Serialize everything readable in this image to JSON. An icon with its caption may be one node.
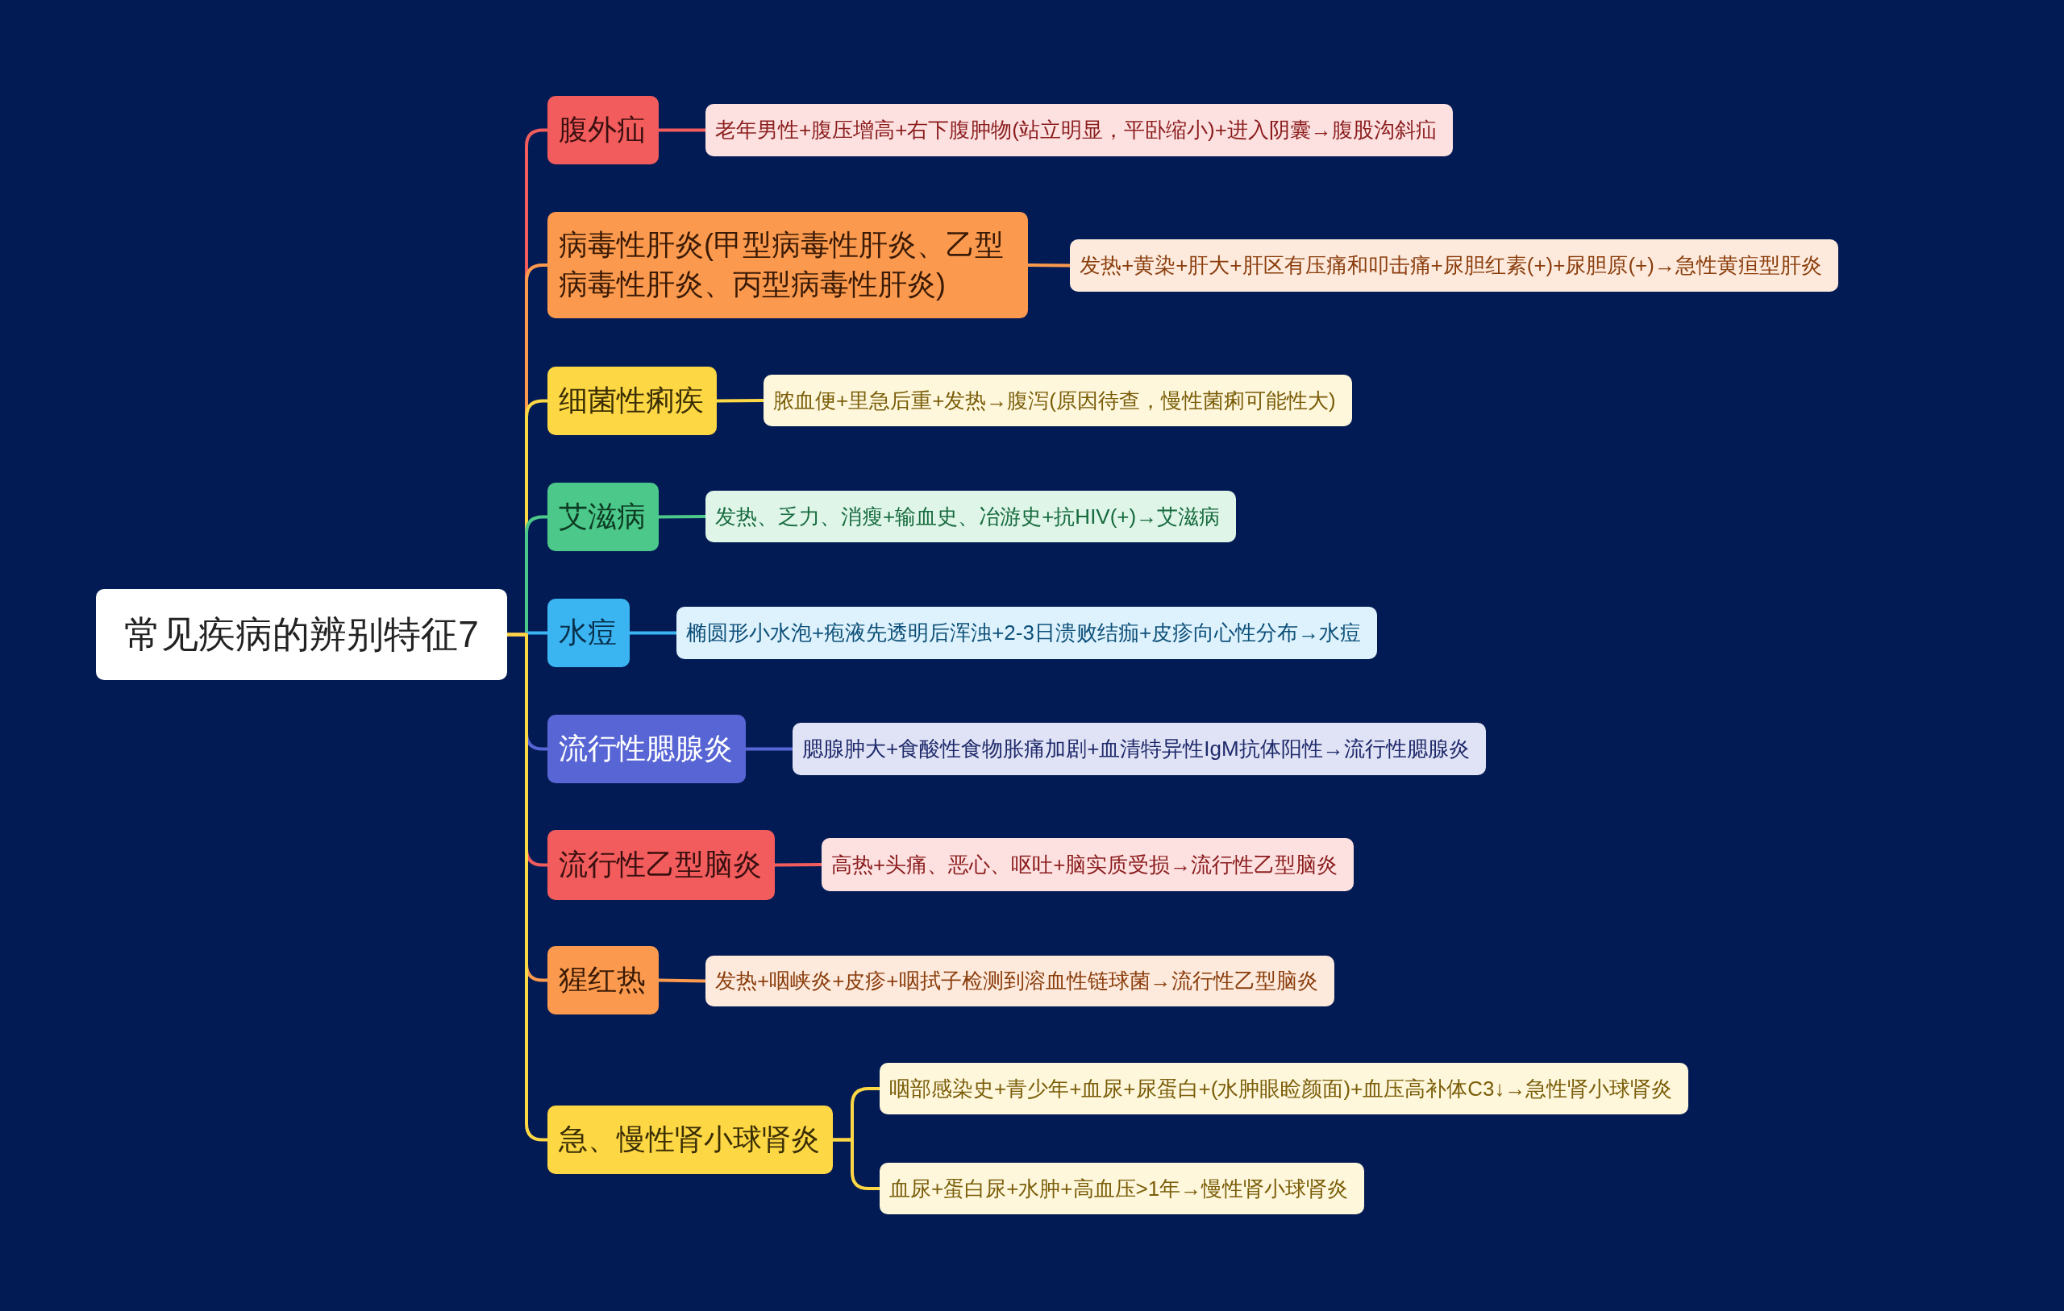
{
  "diagram": {
    "nodes": [
      {
        "text": [
          "常见疾病的辨别特征7"
        ]
      },
      {
        "text": [
          "腹外疝"
        ]
      },
      {
        "text": [
          "老年男性+腹压增高+右下腹肿物(站立明显，平卧缩小)+进入阴囊→腹股沟斜疝"
        ]
      },
      {
        "text": [
          "病毒性肝炎(甲型病毒性肝炎、乙型病毒性肝炎、丙型病毒性肝炎)"
        ]
      },
      {
        "text": [
          "发热+黄染+肝大+肝区有压痛和叩击痛+尿胆红素(+)+尿胆原(+)→急性黄疸型肝炎"
        ]
      },
      {
        "text": [
          "细菌性痢疾"
        ]
      },
      {
        "text": [
          "脓血便+里急后重+发热→腹泻(原因待查，慢性菌痢可能性大)"
        ]
      },
      {
        "text": [
          "艾滋病"
        ]
      },
      {
        "text": [
          "发热、乏力、消瘦+输血史、冶游史+抗HIV(+)→艾滋病"
        ]
      },
      {
        "text": [
          "水痘"
        ]
      },
      {
        "text": [
          "椭圆形小水泡+疱液先透明后浑浊+2-3日溃败结痂+皮疹向心性分布→水痘"
        ]
      },
      {
        "text": [
          "流行性腮腺炎"
        ]
      },
      {
        "text": [
          "腮腺肿大+食酸性食物胀痛加剧+血清特异性IgM抗体阳性→流行性腮腺炎"
        ]
      },
      {
        "text": [
          "流行性乙型脑炎"
        ]
      },
      {
        "text": [
          "高热+头痛、恶心、呕吐+脑实质受损→流行性乙型脑炎"
        ]
      },
      {
        "text": [
          "猩红热"
        ]
      },
      {
        "text": [
          "发热+咽峡炎+皮疹+咽拭子检测到溶血性链球菌→流行性乙型脑炎"
        ]
      },
      {
        "text": [
          "急、慢性肾小球肾炎"
        ]
      },
      {
        "text": [
          "咽部感染史+青少年+血尿+尿蛋白+(水肿眼睑颜面)+血压高补体C3↓→急性肾小球肾炎"
        ]
      },
      {
        "text": [
          "血尿+蛋白尿+水肿+高血压>1年→慢性肾小球肾炎"
        ]
      }
    ],
    "edges": [
      {
        "from": 0,
        "to": 1,
        "arrow": "none",
        "color": "#f25c5c"
      },
      {
        "from": 1,
        "to": 2,
        "arrow": "none",
        "color": "#f25c5c"
      },
      {
        "from": 0,
        "to": 3,
        "arrow": "none",
        "color": "#fb9a4e"
      },
      {
        "from": 3,
        "to": 4,
        "arrow": "none",
        "color": "#fb9a4e"
      },
      {
        "from": 0,
        "to": 5,
        "arrow": "none",
        "color": "#fdd744"
      },
      {
        "from": 5,
        "to": 6,
        "arrow": "none",
        "color": "#fdd744"
      },
      {
        "from": 0,
        "to": 7,
        "arrow": "none",
        "color": "#4cc98a"
      },
      {
        "from": 7,
        "to": 8,
        "arrow": "none",
        "color": "#4cc98a"
      },
      {
        "from": 0,
        "to": 9,
        "arrow": "none",
        "color": "#3bb4f2"
      },
      {
        "from": 9,
        "to": 10,
        "arrow": "none",
        "color": "#3bb4f2"
      },
      {
        "from": 0,
        "to": 11,
        "arrow": "none",
        "color": "#5865d4"
      },
      {
        "from": 11,
        "to": 12,
        "arrow": "none",
        "color": "#5865d4"
      },
      {
        "from": 0,
        "to": 13,
        "arrow": "none",
        "color": "#f25c5c"
      },
      {
        "from": 13,
        "to": 14,
        "arrow": "none",
        "color": "#f25c5c"
      },
      {
        "from": 0,
        "to": 15,
        "arrow": "none",
        "color": "#fb9a4e"
      },
      {
        "from": 15,
        "to": 16,
        "arrow": "none",
        "color": "#fb9a4e"
      },
      {
        "from": 0,
        "to": 17,
        "arrow": "none",
        "color": "#fdd744"
      },
      {
        "from": 17,
        "to": 18,
        "arrow": "none",
        "color": "#fdd744"
      },
      {
        "from": 17,
        "to": 19,
        "arrow": "none",
        "color": "#fdd744"
      }
    ]
  }
}
